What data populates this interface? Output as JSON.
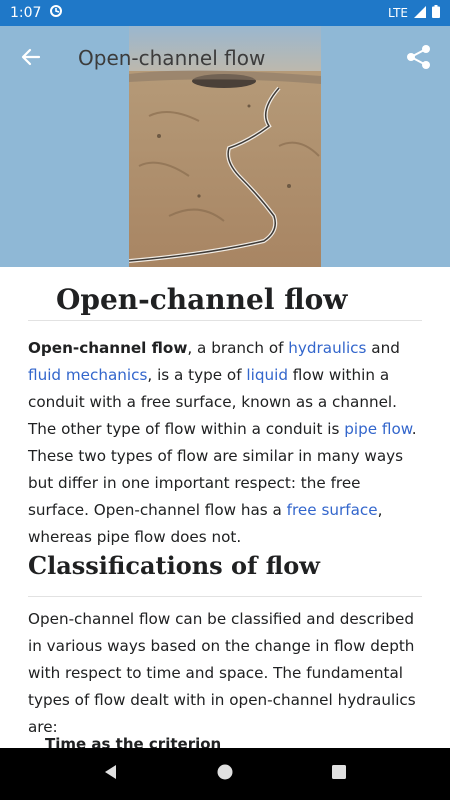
{
  "status_bar": {
    "time": "1:07",
    "network": "LTE"
  },
  "toolbar": {
    "title": "Open-channel flow",
    "back_icon": "arrow-back-icon",
    "share_icon": "share-icon"
  },
  "article": {
    "title": "Open-channel flow",
    "intro": {
      "bold_term": "Open-channel flow",
      "t1": ", a branch of ",
      "link1": "hydraulics",
      "t2": " and ",
      "link2": "fluid mechanics",
      "t3": ", is a type of ",
      "link3": "liquid",
      "t4": " flow within a conduit with a free surface, known as a channel. The other type of flow within a conduit is ",
      "link4": "pipe flow",
      "t5": ". These two types of flow are similar in many ways but differ in one important respect: the free surface. Open-channel flow has a ",
      "link5": "free surface",
      "t6": ", whereas pipe flow does not."
    },
    "section1": {
      "title": "Classifications of flow",
      "paragraph": "Open-channel flow can be classified and described in various ways based on the change in flow depth with respect to time and space. The fundamental types of flow dealt with in open-channel hydraulics are:",
      "subheading": "Time as the criterion"
    }
  },
  "colors": {
    "status_bar": "#1f78c8",
    "link": "#3366cc",
    "text": "#202122",
    "hero_bg": "#8fb8d6"
  }
}
